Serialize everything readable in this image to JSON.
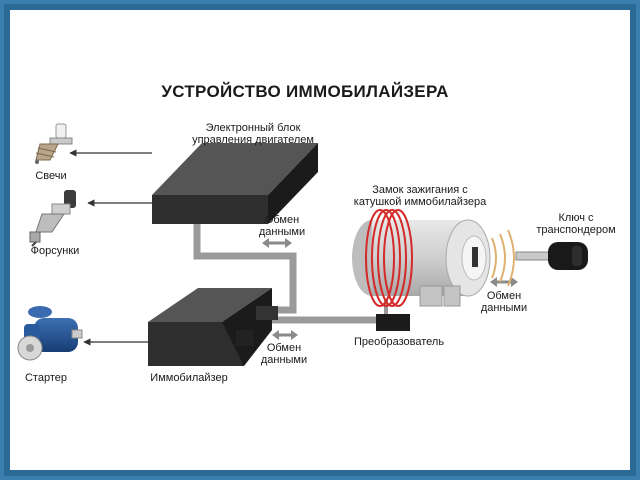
{
  "title": "УСТРОЙСТВО ИММОБИЛАЙЗЕРА",
  "labels": {
    "ecu": [
      "Электронный блок",
      "управления двигателем"
    ],
    "spark_plugs": "Свечи",
    "injectors": "Форсунки",
    "starter": "Стартер",
    "immobilizer": "Иммобилайзер",
    "exchange_top": [
      "Обмен",
      "данными"
    ],
    "exchange_bottom": [
      "Обмен",
      "данными"
    ],
    "exchange_right": [
      "Обмен",
      "данными"
    ],
    "ignition_lock": [
      "Замок зажигания с",
      "катушкой иммобилайзера"
    ],
    "converter": "Преобразователь",
    "key": [
      "Ключ с",
      "транспондером"
    ]
  },
  "colors": {
    "frame": "#2f6e9c",
    "box": "#2e2e2e",
    "wire": "#9a9a9a",
    "coil": "#d42a2a",
    "starter": "#1f4f8f"
  }
}
